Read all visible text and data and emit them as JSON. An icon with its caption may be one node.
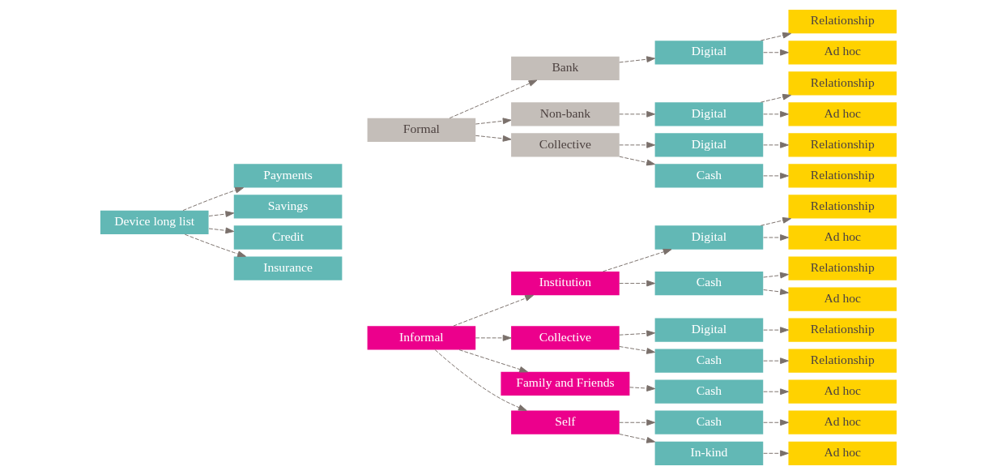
{
  "diagram": {
    "nodes": [
      {
        "text": [
          "Device long list"
        ]
      },
      {
        "text": [
          "Payments"
        ]
      },
      {
        "text": [
          "Savings"
        ]
      },
      {
        "text": [
          "Credit"
        ]
      },
      {
        "text": [
          "Insurance"
        ]
      },
      {
        "text": [
          "Formal"
        ]
      },
      {
        "text": [
          "Informal"
        ]
      },
      {
        "text": [
          "Bank"
        ]
      },
      {
        "text": [
          "Non-bank"
        ]
      },
      {
        "text": [
          "Collective"
        ]
      },
      {
        "text": [
          "Institution"
        ]
      },
      {
        "text": [
          "Collective"
        ]
      },
      {
        "text": [
          "Family and Friends"
        ]
      },
      {
        "text": [
          "Self"
        ]
      },
      {
        "text": [
          "Digital"
        ]
      },
      {
        "text": [
          "Digital"
        ]
      },
      {
        "text": [
          "Digital"
        ]
      },
      {
        "text": [
          "Cash"
        ]
      },
      {
        "text": [
          "Digital"
        ]
      },
      {
        "text": [
          "Cash"
        ]
      },
      {
        "text": [
          "Digital"
        ]
      },
      {
        "text": [
          "Cash"
        ]
      },
      {
        "text": [
          "Cash"
        ]
      },
      {
        "text": [
          "Cash"
        ]
      },
      {
        "text": [
          "In-kind"
        ]
      },
      {
        "text": [
          "Relationship"
        ]
      },
      {
        "text": [
          "Ad hoc"
        ]
      },
      {
        "text": [
          "Relationship"
        ]
      },
      {
        "text": [
          "Ad hoc"
        ]
      },
      {
        "text": [
          "Relationship"
        ]
      },
      {
        "text": [
          "Relationship"
        ]
      },
      {
        "text": [
          "Relationship"
        ]
      },
      {
        "text": [
          "Ad hoc"
        ]
      },
      {
        "text": [
          "Relationship"
        ]
      },
      {
        "text": [
          "Ad hoc"
        ]
      },
      {
        "text": [
          "Relationship"
        ]
      },
      {
        "text": [
          "Relationship"
        ]
      },
      {
        "text": [
          "Ad hoc"
        ]
      },
      {
        "text": [
          "Ad hoc"
        ]
      },
      {
        "text": [
          "Ad hoc"
        ]
      }
    ],
    "edges": [
      {
        "from": 0,
        "to": 1,
        "arrow": "to",
        "style": "dashed"
      },
      {
        "from": 0,
        "to": 2,
        "arrow": "to",
        "style": "dashed"
      },
      {
        "from": 0,
        "to": 3,
        "arrow": "to",
        "style": "dashed"
      },
      {
        "from": 0,
        "to": 4,
        "arrow": "to",
        "style": "dashed"
      },
      {
        "from": 5,
        "to": 7,
        "arrow": "to",
        "style": "dashed"
      },
      {
        "from": 5,
        "to": 8,
        "arrow": "to",
        "style": "dashed"
      },
      {
        "from": 5,
        "to": 9,
        "arrow": "to",
        "style": "dashed"
      },
      {
        "from": 6,
        "to": 10,
        "arrow": "to",
        "style": "dashed"
      },
      {
        "from": 6,
        "to": 11,
        "arrow": "to",
        "style": "dashed"
      },
      {
        "from": 6,
        "to": 12,
        "arrow": "to",
        "style": "dashed"
      },
      {
        "from": 6,
        "to": 13,
        "arrow": "to",
        "style": "dashed"
      },
      {
        "from": 7,
        "to": 14,
        "arrow": "to",
        "style": "dashed"
      },
      {
        "from": 8,
        "to": 15,
        "arrow": "to",
        "style": "dashed"
      },
      {
        "from": 9,
        "to": 16,
        "arrow": "to",
        "style": "dashed"
      },
      {
        "from": 9,
        "to": 17,
        "arrow": "to",
        "style": "dashed"
      },
      {
        "from": 10,
        "to": 18,
        "arrow": "to",
        "style": "dashed"
      },
      {
        "from": 10,
        "to": 19,
        "arrow": "to",
        "style": "dashed"
      },
      {
        "from": 11,
        "to": 20,
        "arrow": "to",
        "style": "dashed"
      },
      {
        "from": 11,
        "to": 21,
        "arrow": "to",
        "style": "dashed"
      },
      {
        "from": 12,
        "to": 22,
        "arrow": "to",
        "style": "dashed"
      },
      {
        "from": 13,
        "to": 23,
        "arrow": "to",
        "style": "dashed"
      },
      {
        "from": 13,
        "to": 24,
        "arrow": "to",
        "style": "dashed"
      },
      {
        "from": 14,
        "to": 25,
        "arrow": "to",
        "style": "dashed"
      },
      {
        "from": 14,
        "to": 26,
        "arrow": "to",
        "style": "dashed"
      },
      {
        "from": 15,
        "to": 27,
        "arrow": "to",
        "style": "dashed"
      },
      {
        "from": 15,
        "to": 28,
        "arrow": "to",
        "style": "dashed"
      },
      {
        "from": 16,
        "to": 29,
        "arrow": "to",
        "style": "dashed"
      },
      {
        "from": 17,
        "to": 30,
        "arrow": "to",
        "style": "dashed"
      },
      {
        "from": 18,
        "to": 31,
        "arrow": "to",
        "style": "dashed"
      },
      {
        "from": 18,
        "to": 32,
        "arrow": "to",
        "style": "dashed"
      },
      {
        "from": 19,
        "to": 33,
        "arrow": "to",
        "style": "dashed"
      },
      {
        "from": 19,
        "to": 34,
        "arrow": "to",
        "style": "dashed"
      },
      {
        "from": 20,
        "to": 35,
        "arrow": "to",
        "style": "dashed"
      },
      {
        "from": 21,
        "to": 36,
        "arrow": "to",
        "style": "dashed"
      },
      {
        "from": 22,
        "to": 37,
        "arrow": "to",
        "style": "dashed"
      },
      {
        "from": 23,
        "to": 38,
        "arrow": "to",
        "style": "dashed"
      },
      {
        "from": 24,
        "to": 39,
        "arrow": "to",
        "style": "dashed"
      }
    ]
  }
}
